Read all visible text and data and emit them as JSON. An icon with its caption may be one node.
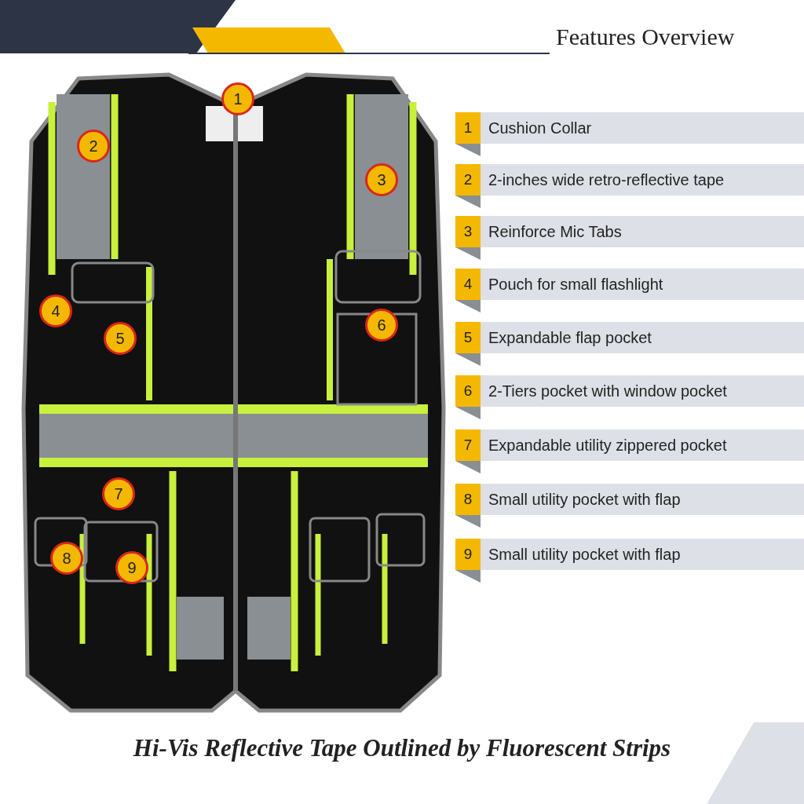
{
  "diagram": {
    "title": "Features Overview",
    "caption": "Hi-Vis Reflective Tape Outlined by Fluorescent Strips",
    "nodes": [
      {
        "text": [
          "1"
        ]
      },
      {
        "text": [
          "2"
        ]
      },
      {
        "text": [
          "3"
        ]
      },
      {
        "text": [
          "4"
        ]
      },
      {
        "text": [
          "5"
        ]
      },
      {
        "text": [
          "6"
        ]
      },
      {
        "text": [
          "7"
        ]
      },
      {
        "text": [
          "8"
        ]
      },
      {
        "text": [
          "9"
        ]
      },
      {
        "text": [
          "1",
          "Cushion Collar"
        ]
      },
      {
        "text": [
          "2",
          "2-inches wide retro-reflective tape"
        ]
      },
      {
        "text": [
          "3",
          "Reinforce Mic Tabs"
        ]
      },
      {
        "text": [
          "4",
          "Pouch for small flashlight"
        ]
      },
      {
        "text": [
          "5",
          "Expandable flap pocket"
        ]
      },
      {
        "text": [
          "6",
          "2-Tiers pocket with window pocket"
        ]
      },
      {
        "text": [
          "7",
          "Expandable utility zippered pocket"
        ]
      },
      {
        "text": [
          "8",
          "Small utility pocket with flap"
        ]
      },
      {
        "text": [
          "9",
          "Small utility pocket with flap"
        ]
      }
    ]
  }
}
